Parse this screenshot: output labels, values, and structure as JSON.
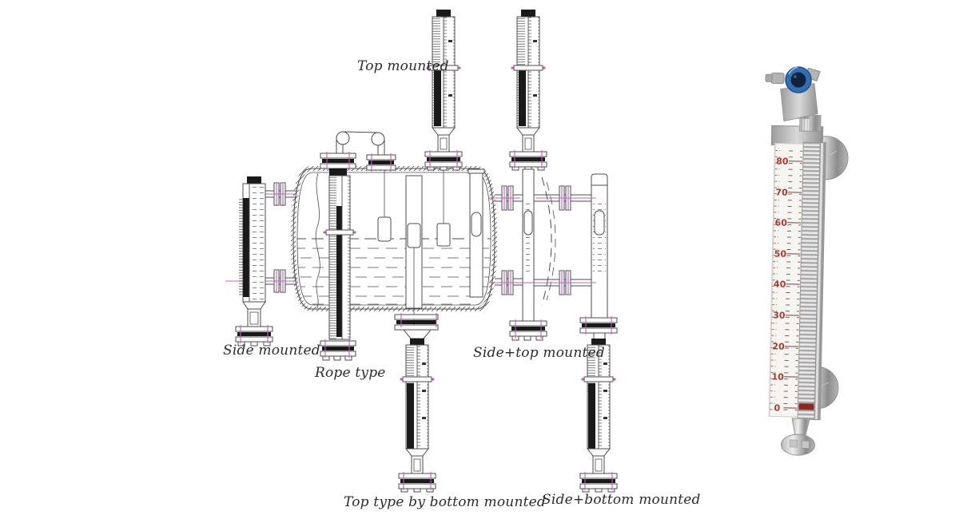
{
  "diagram": {
    "labels": {
      "top_mounted": "Top mounted",
      "side_mounted": "Side mounted",
      "rope_type": "Rope type",
      "side_top_mounted": "Side+top mounted",
      "top_type_by_bottom_mounted": "Top type by bottom mounted",
      "side_bottom_mounted": "Side+bottom mounted"
    },
    "line_color": "#4d4d4d",
    "accent_pink": "#c060be"
  },
  "photo": {
    "scale_numbers": [
      "80",
      "70",
      "60",
      "50",
      "40",
      "30",
      "20",
      "10",
      "0"
    ],
    "transmitter_blue": "#2f6fb5",
    "scale_number_color": "#a93a32"
  }
}
